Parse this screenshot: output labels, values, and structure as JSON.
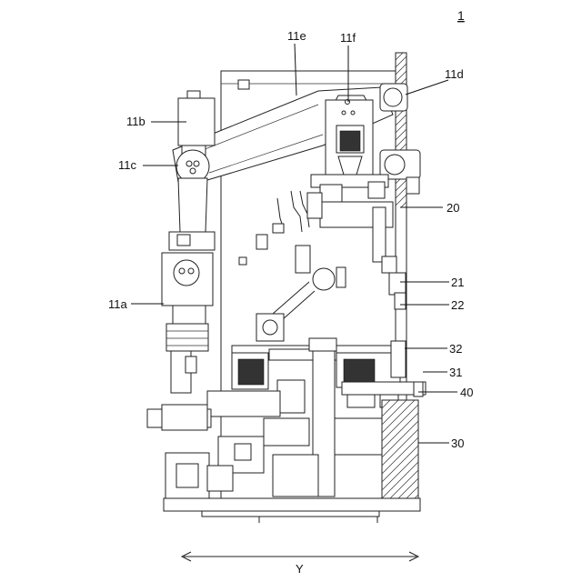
{
  "figure_number": "1",
  "axis_label": "Y",
  "callouts": {
    "c11e": "11e",
    "c11f": "11f",
    "c11d": "11d",
    "c11b": "11b",
    "c11c": "11c",
    "c11a": "11a",
    "c20": "20",
    "c21": "21",
    "c22": "22",
    "c32": "32",
    "c31": "31",
    "c40": "40",
    "c30": "30"
  }
}
